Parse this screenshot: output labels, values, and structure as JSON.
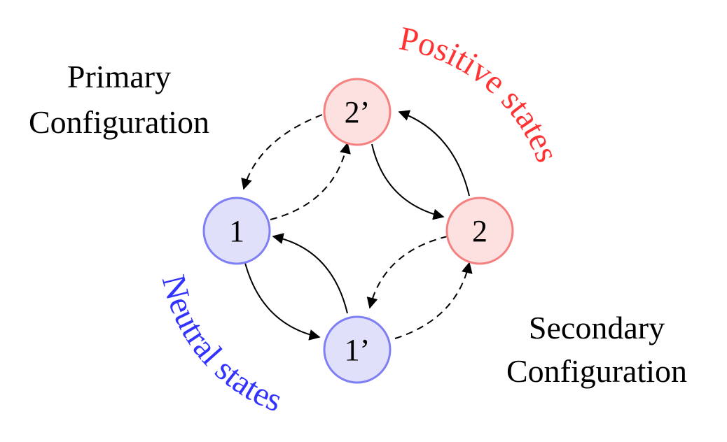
{
  "nodes": {
    "n1": {
      "label": "1",
      "group": "neutral"
    },
    "n1p": {
      "label": "1’",
      "group": "neutral"
    },
    "n2": {
      "label": "2",
      "group": "positive"
    },
    "n2p": {
      "label": "2’",
      "group": "positive"
    }
  },
  "labels": {
    "primary_line1": "Primary",
    "primary_line2": "Configuration",
    "secondary_line1": "Secondary",
    "secondary_line2": "Configuration",
    "positive_states": "Positive states",
    "neutral_states": "Neutral states"
  },
  "colors": {
    "neutral_fill": "#e0e0fa",
    "neutral_stroke": "#7f7ff5",
    "neutral_text": "#3333ff",
    "positive_fill": "#fde0e0",
    "positive_stroke": "#f58080",
    "positive_text": "#ff3333",
    "arrow": "#000000"
  },
  "edges": [
    {
      "from": "n2p",
      "to": "n1",
      "style": "dashed"
    },
    {
      "from": "n1",
      "to": "n2p",
      "style": "dashed"
    },
    {
      "from": "n2",
      "to": "n1p",
      "style": "dashed"
    },
    {
      "from": "n1p",
      "to": "n2",
      "style": "dashed"
    },
    {
      "from": "n2p",
      "to": "n2",
      "style": "solid"
    },
    {
      "from": "n2",
      "to": "n2p",
      "style": "solid"
    },
    {
      "from": "n1",
      "to": "n1p",
      "style": "solid"
    },
    {
      "from": "n1p",
      "to": "n1",
      "style": "solid"
    }
  ]
}
